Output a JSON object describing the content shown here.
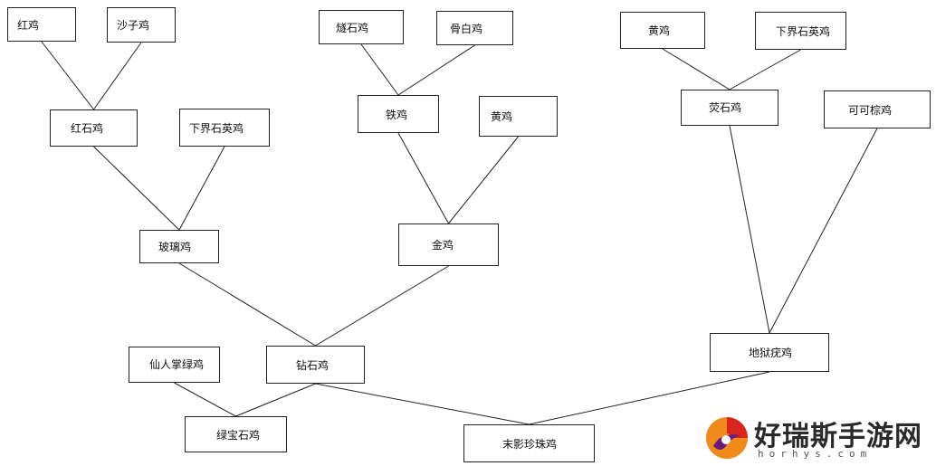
{
  "nodes": {
    "n1": "红鸡",
    "n2": "沙子鸡",
    "n3": "红石鸡",
    "n4": "下界石英鸡",
    "n5": "玻璃鸡",
    "n6": "燧石鸡",
    "n7": "骨白鸡",
    "n8": "铁鸡",
    "n9": "黄鸡",
    "n10": "金鸡",
    "n11": "黄鸡",
    "n12": "下界石英鸡",
    "n13": "荧石鸡",
    "n14": "可可棕鸡",
    "n15": "地狱疣鸡",
    "n16": "仙人掌绿鸡",
    "n17": "钻石鸡",
    "n18": "绿宝石鸡",
    "n19": "末影珍珠鸡"
  },
  "edges": [
    [
      "n1",
      "n3"
    ],
    [
      "n2",
      "n3"
    ],
    [
      "n3",
      "n5"
    ],
    [
      "n4",
      "n5"
    ],
    [
      "n6",
      "n8"
    ],
    [
      "n7",
      "n8"
    ],
    [
      "n8",
      "n10"
    ],
    [
      "n9",
      "n10"
    ],
    [
      "n11",
      "n13"
    ],
    [
      "n12",
      "n13"
    ],
    [
      "n13",
      "n15"
    ],
    [
      "n14",
      "n15"
    ],
    [
      "n5",
      "n17"
    ],
    [
      "n10",
      "n17"
    ],
    [
      "n16",
      "n18"
    ],
    [
      "n17",
      "n18"
    ],
    [
      "n17",
      "n19"
    ],
    [
      "n15",
      "n19"
    ]
  ],
  "watermark": {
    "title": "好瑞斯手游网",
    "domain": "horhys.com",
    "colors": {
      "orange": "#f08a1c",
      "red": "#d8261f",
      "purple": "#6a1a7a"
    }
  }
}
